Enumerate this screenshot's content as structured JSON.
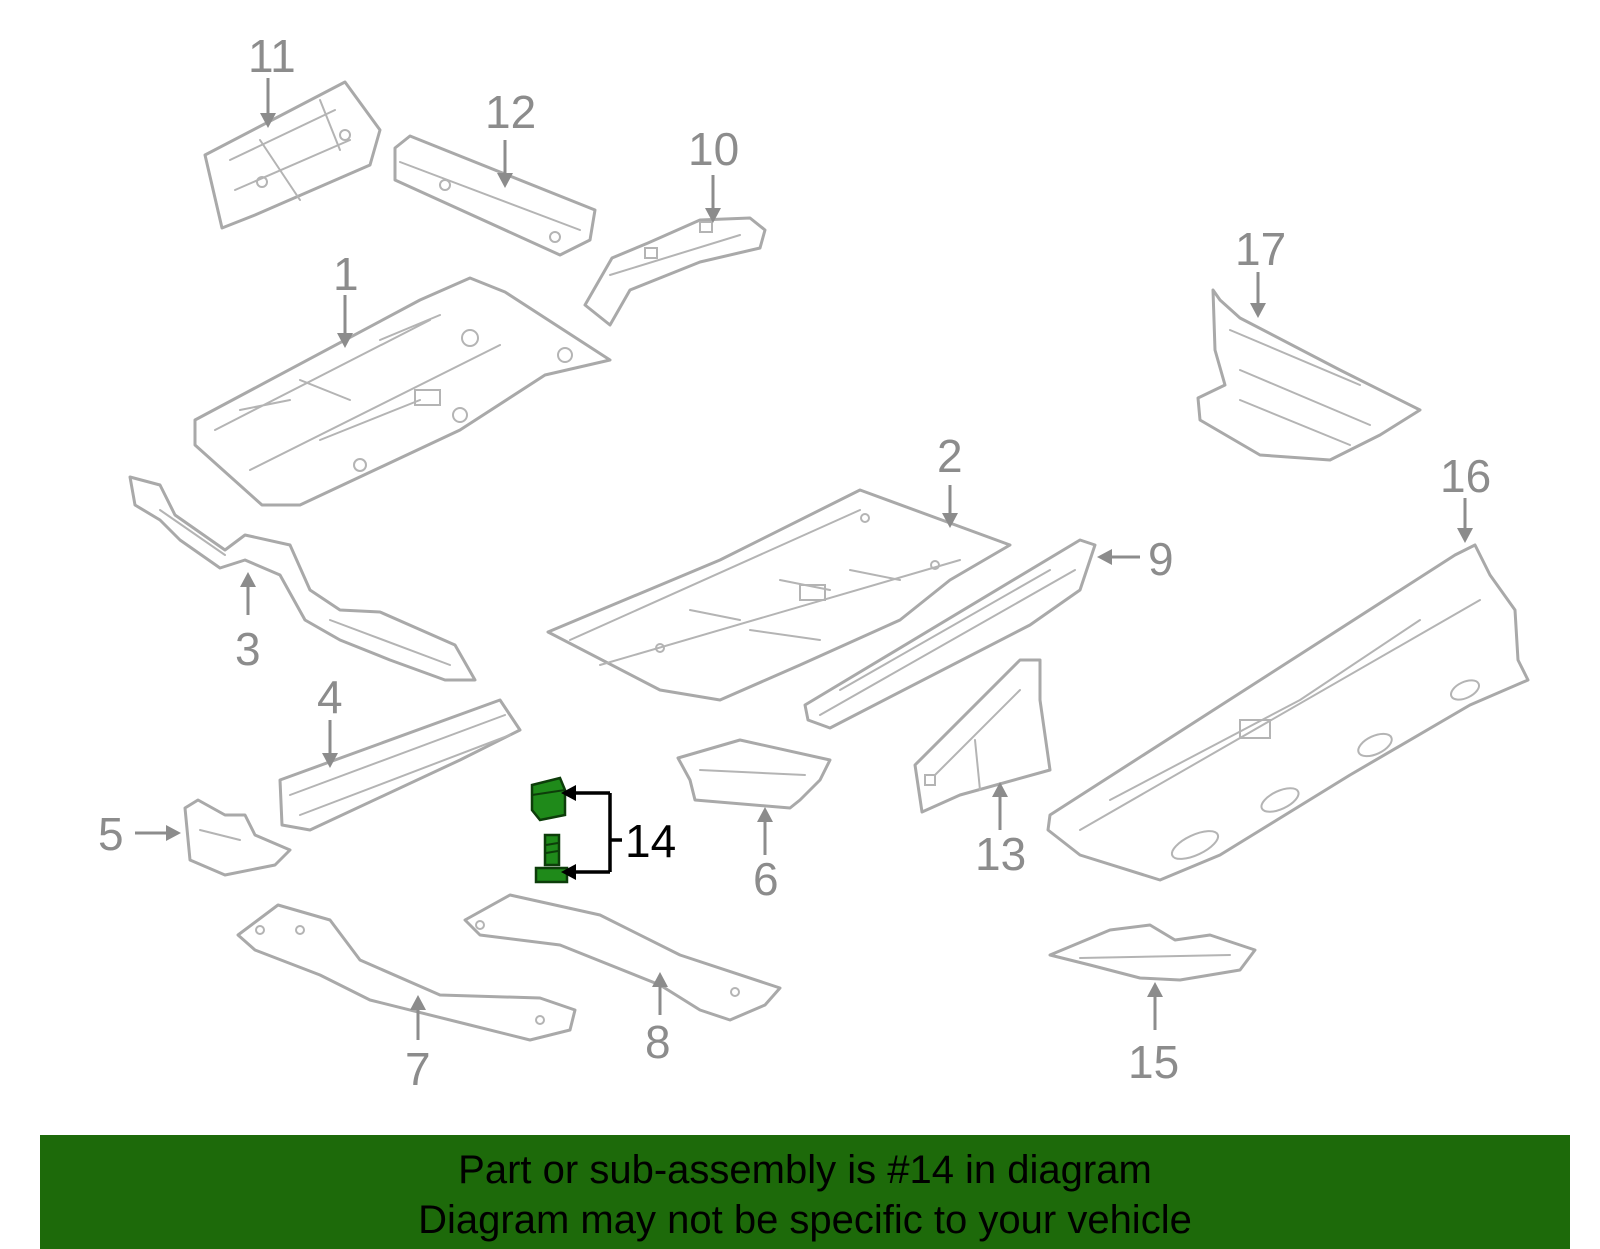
{
  "diagram": {
    "callouts": {
      "c1": "1",
      "c2": "2",
      "c3": "3",
      "c4": "4",
      "c5": "5",
      "c6": "6",
      "c7": "7",
      "c8": "8",
      "c9": "9",
      "c10": "10",
      "c11": "11",
      "c12": "12",
      "c13": "13",
      "c14": "14",
      "c15": "15",
      "c16": "16",
      "c17": "17"
    },
    "highlighted_part": "14",
    "colors": {
      "part_outline": "#a9a9a9",
      "callout_text": "#8c8c8c",
      "highlight_fill": "#1f8a1a",
      "highlight_label": "#000000"
    }
  },
  "banner": {
    "line1": "Part or sub-assembly is #14 in diagram",
    "line2": "Diagram may not be specific to your vehicle",
    "background": "#1d6a0a"
  }
}
